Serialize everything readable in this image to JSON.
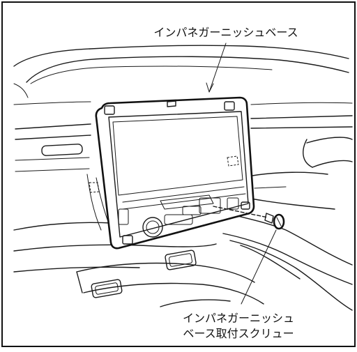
{
  "labels": {
    "base": "インパネガーニッシュベース",
    "screw_line1": "インパネガーニッシュ",
    "screw_line2": "ベース取付スクリュー"
  },
  "colors": {
    "line": "#1a1a1a",
    "background": "#ffffff",
    "frame": "#111111"
  }
}
